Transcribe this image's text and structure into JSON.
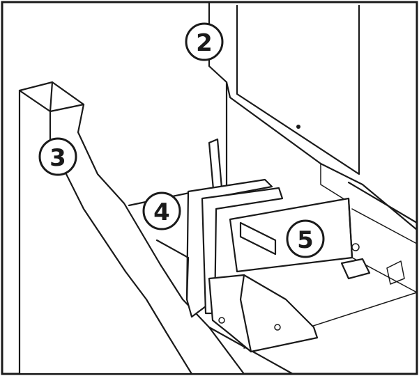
{
  "callouts": [
    {
      "id": "2",
      "label": "2"
    },
    {
      "id": "3",
      "label": "3"
    },
    {
      "id": "4",
      "label": "4"
    },
    {
      "id": "5",
      "label": "5"
    }
  ],
  "colors": {
    "line": "#1a1a1a",
    "background": "#ffffff"
  }
}
